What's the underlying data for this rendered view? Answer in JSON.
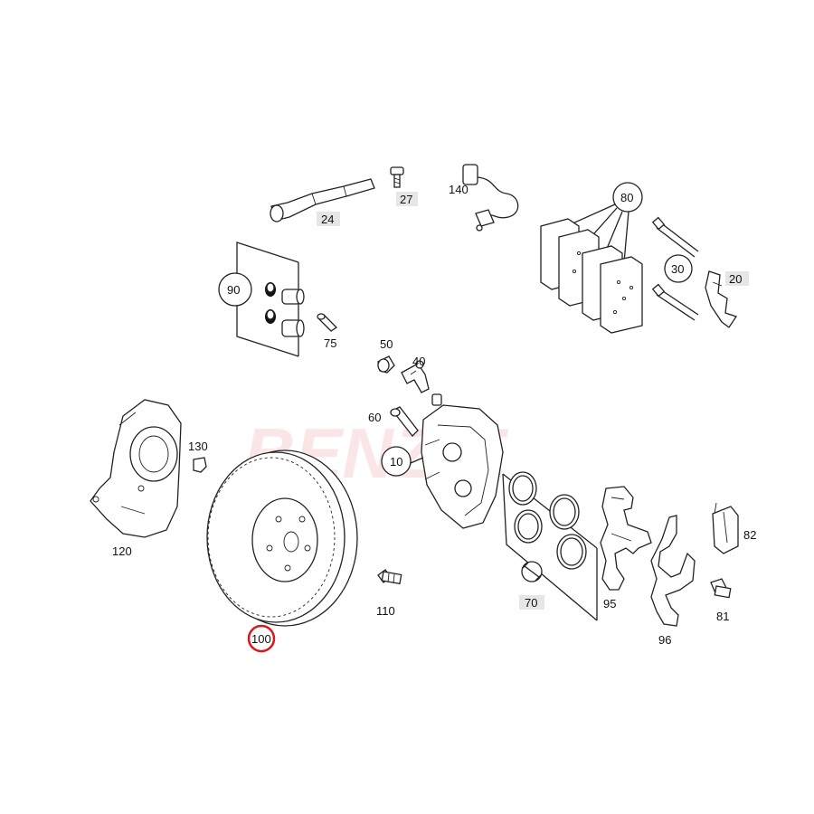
{
  "watermark": "BENZ-E",
  "callouts": {
    "p24": "24",
    "p27": "27",
    "p140": "140",
    "p80": "80",
    "p30": "30",
    "p20": "20",
    "p90": "90",
    "p75": "75",
    "p50": "50",
    "p40": "40",
    "p60": "60",
    "p130": "130",
    "p10": "10",
    "p120": "120",
    "p110": "110",
    "p100": "100",
    "p70": "70",
    "p95": "95",
    "p96": "96",
    "p82": "82",
    "p81": "81"
  },
  "colors": {
    "highlight": "#d7191c",
    "label_box": "#e6e6e6",
    "line": "#222222"
  },
  "highlighted_part": "100"
}
